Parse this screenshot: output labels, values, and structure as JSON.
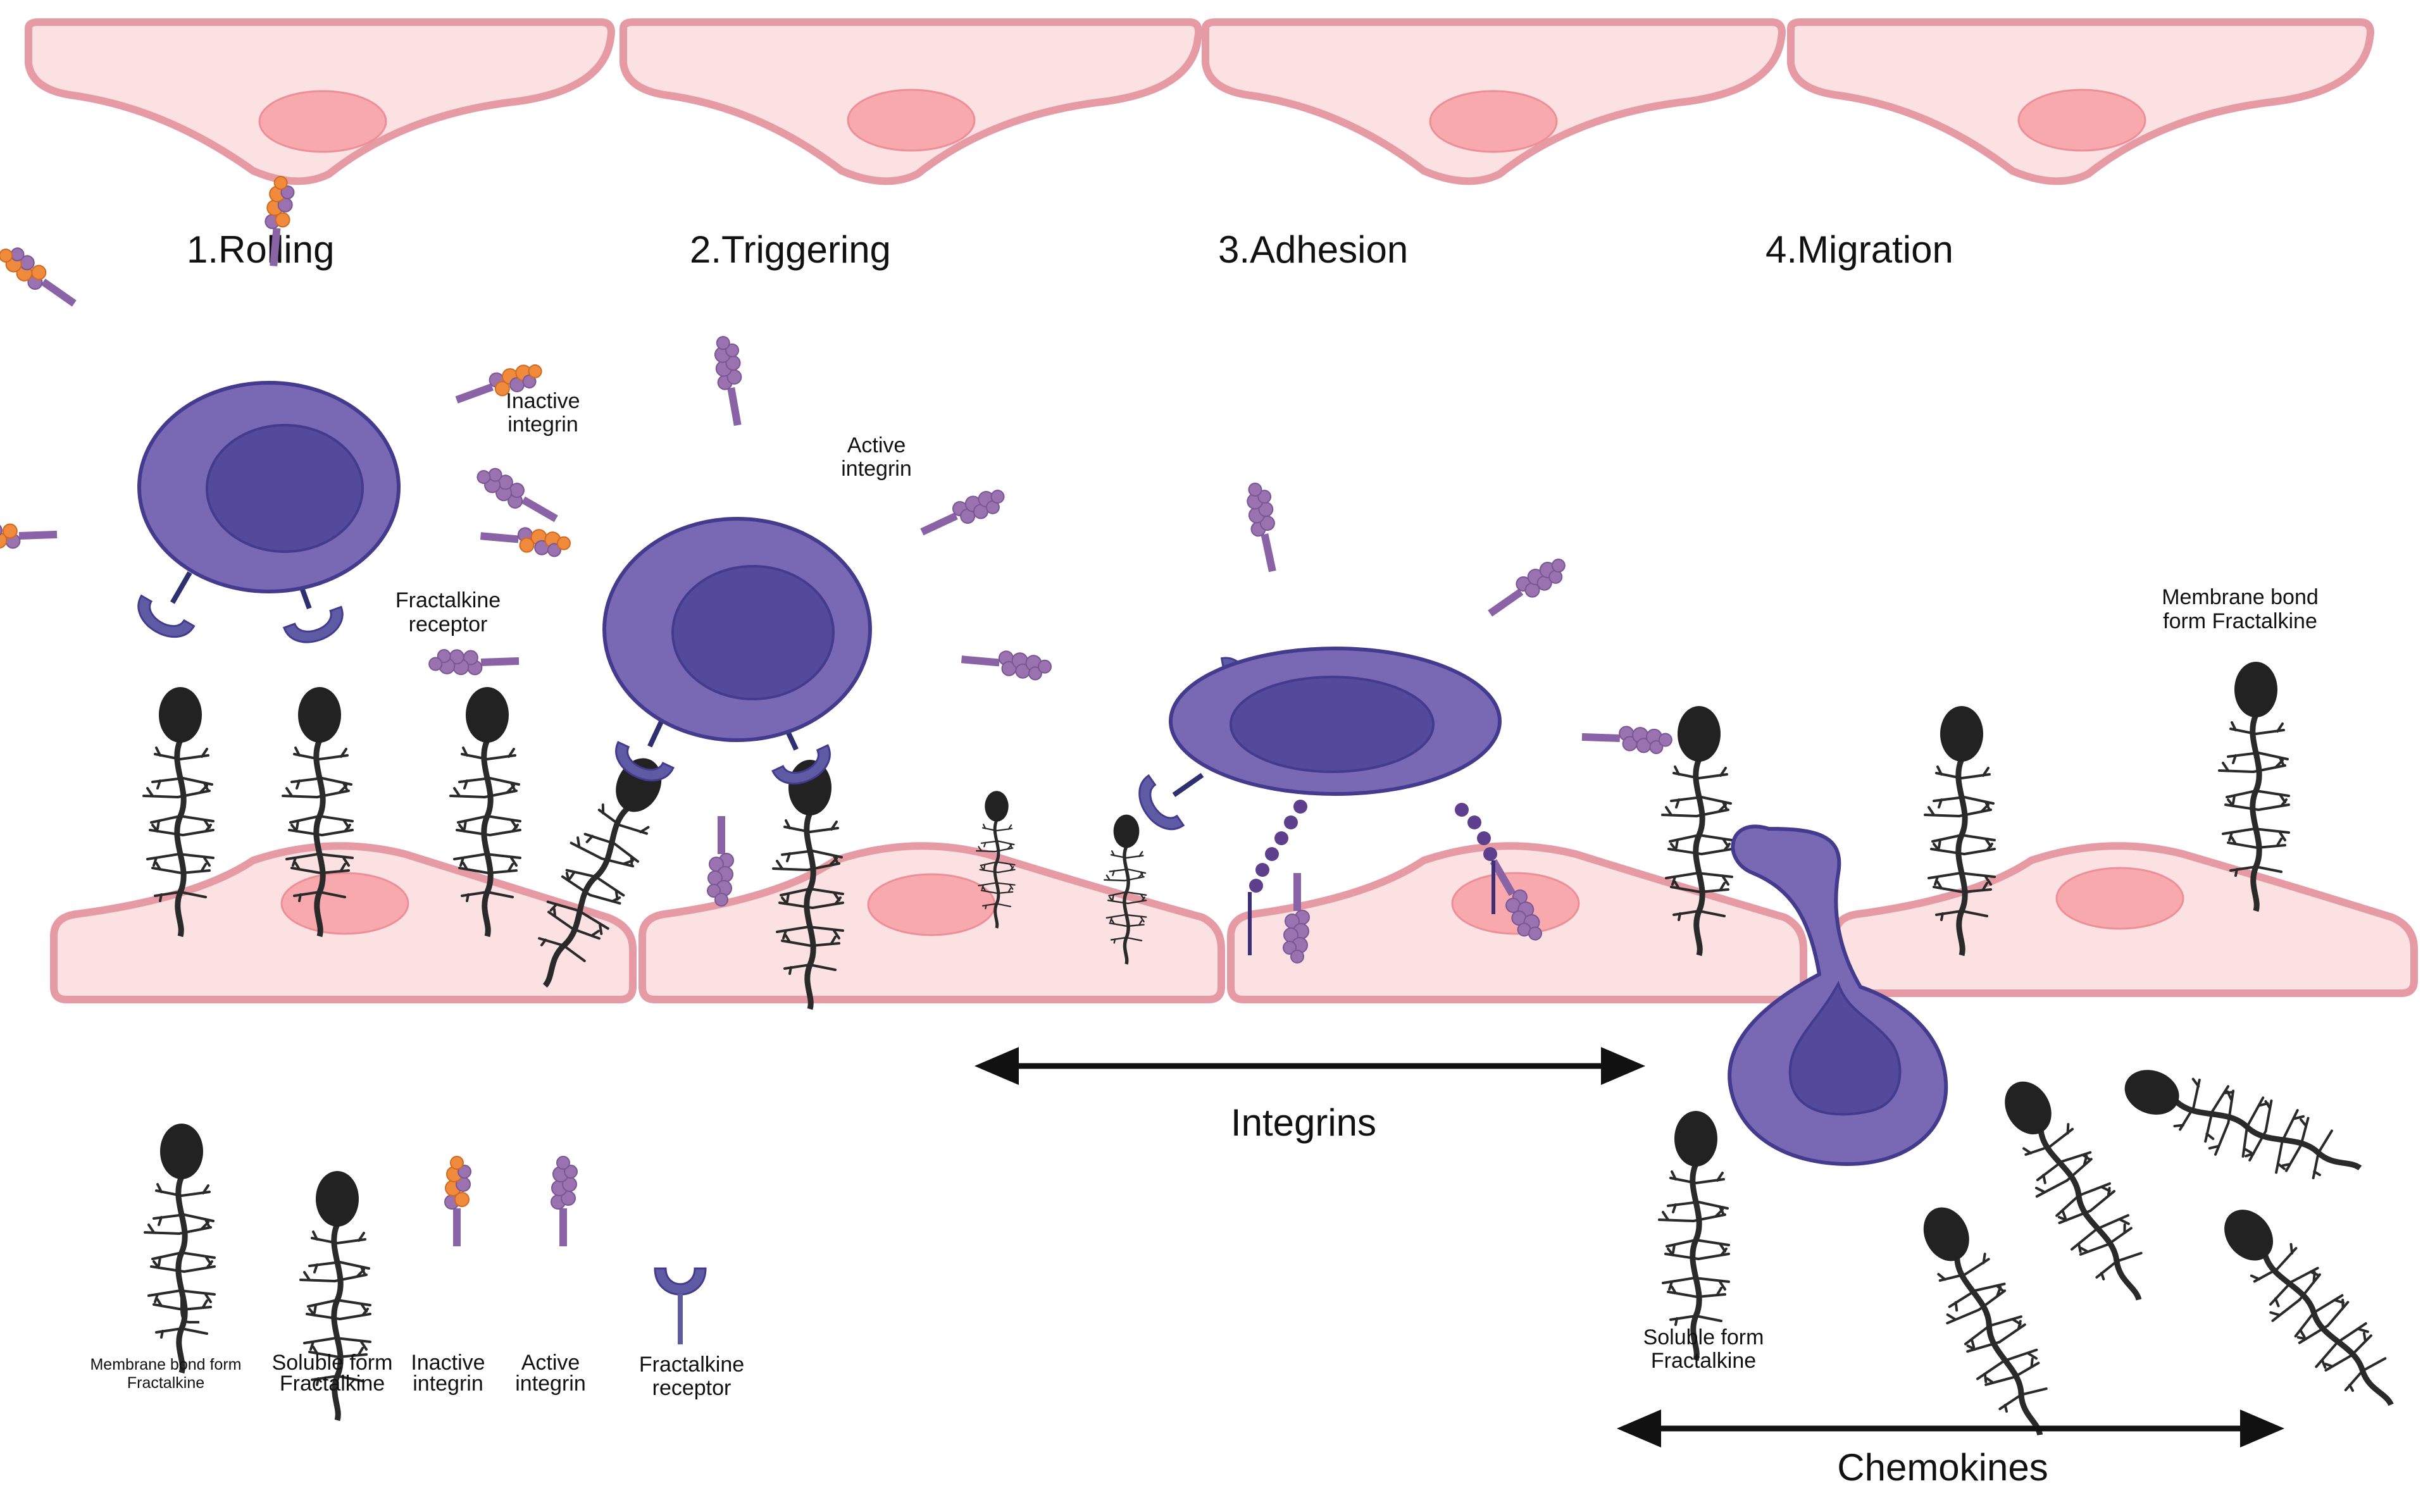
{
  "steps": [
    "1.Rolling",
    "2.Triggering",
    "3.Adhesion",
    "4.Migration"
  ],
  "annotations": {
    "inactive_integrin_l1": "Inactive",
    "inactive_integrin_l2": "integrin",
    "active_integrin_l1": "Active",
    "active_integrin_l2": "integrin",
    "fractalkine_receptor_l1": "Fractalkine",
    "fractalkine_receptor_l2": "receptor",
    "membrane_bond_l1": "Membrane bond",
    "membrane_bond_l2": "form Fractalkine",
    "soluble_form_l1": "Soluble form",
    "soluble_form_l2": "Fractalkine"
  },
  "arrows": {
    "integrins": "Integrins",
    "chemokines": "Chemokines"
  },
  "legend": {
    "membrane_bond_l1": "Membrane bond form",
    "membrane_bond_l2": "Fractalkine",
    "soluble_l1": "Soluble form",
    "soluble_l2": "Fractalkine",
    "inactive_l1": "Inactive",
    "inactive_l2": "integrin",
    "active_l1": "Active",
    "active_l2": "integrin",
    "receptor_l1": "Fractalkine",
    "receptor_l2": "receptor"
  },
  "colors": {
    "endothelial_fill": "#fbe1e1",
    "endothelial_stroke": "#e69aa4",
    "nucleus_fill": "#f7a9ad",
    "leukocyte_fill": "#7968b4",
    "leukocyte_nucleus": "#544a9c",
    "leukocyte_stroke": "#433c8e",
    "integrin_active": "#9a72b0",
    "integrin_inactive": "#f08a3c",
    "receptor": "#5f5aa4",
    "fractalkine_head": "#222222",
    "fractalkine_stalk": "#2a2a2a"
  }
}
